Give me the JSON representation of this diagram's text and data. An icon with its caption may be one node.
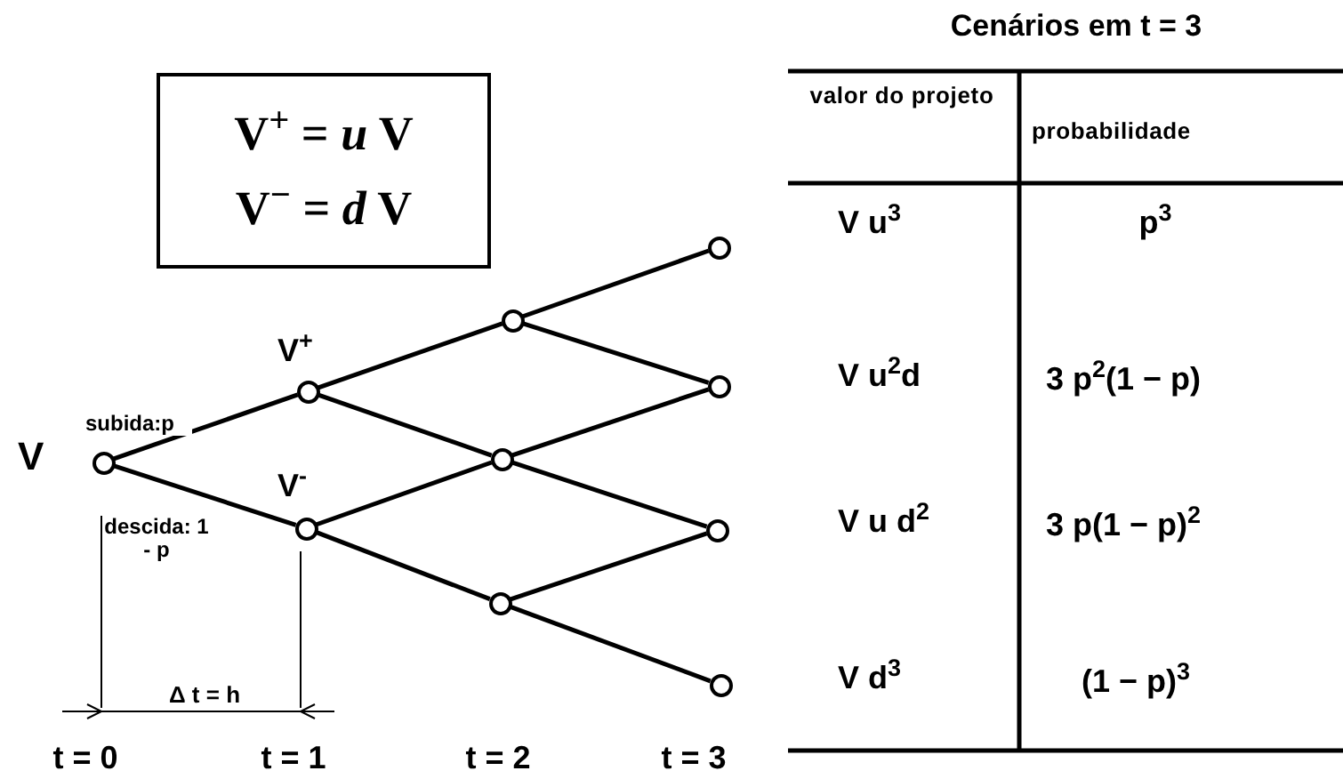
{
  "diagram": {
    "nodes": [
      {
        "text": [
          "V$^{+}$ = *u* V",
          "V$^{−}$ = *d* V"
        ]
      },
      {
        "text": [],
        "shape": "circle",
        "beside": [
          "V"
        ]
      },
      {
        "text": [],
        "shape": "circle",
        "beside": [
          "V$^{+}$"
        ]
      },
      {
        "text": [],
        "shape": "circle",
        "beside": [
          "V$^{-}$"
        ]
      },
      {
        "text": [],
        "shape": "circle"
      },
      {
        "text": [],
        "shape": "circle"
      },
      {
        "text": [],
        "shape": "circle"
      },
      {
        "text": [],
        "shape": "circle"
      },
      {
        "text": [],
        "shape": "circle"
      },
      {
        "text": [],
        "shape": "circle"
      },
      {
        "text": [],
        "shape": "circle"
      }
    ],
    "edges": [
      {
        "from": 1,
        "to": 2,
        "arrow": "none",
        "label": "subida:p"
      },
      {
        "from": 1,
        "to": 3,
        "arrow": "none",
        "label": "descida: 1 - p"
      },
      {
        "from": 2,
        "to": 4,
        "arrow": "none"
      },
      {
        "from": 2,
        "to": 5,
        "arrow": "none"
      },
      {
        "from": 3,
        "to": 5,
        "arrow": "none"
      },
      {
        "from": 3,
        "to": 6,
        "arrow": "none"
      },
      {
        "from": 4,
        "to": 7,
        "arrow": "none"
      },
      {
        "from": 4,
        "to": 8,
        "arrow": "none"
      },
      {
        "from": 5,
        "to": 8,
        "arrow": "none"
      },
      {
        "from": 5,
        "to": 9,
        "arrow": "none"
      },
      {
        "from": 6,
        "to": 9,
        "arrow": "none"
      },
      {
        "from": 6,
        "to": 10,
        "arrow": "none"
      }
    ],
    "labels": [
      "Δ t = h",
      "t = 0",
      "t = 1",
      "t = 2",
      "t = 3",
      "Cenários em t = 3",
      "valor do projeto",
      "probabilidade",
      "V u$^{3}$",
      "p$^{3}$",
      "V u$^{2}$d",
      "3 p$^{2}$(1 − p)",
      "V u d$^{2}$",
      "3 p(1 − p)$^{2}$",
      "V d$^{3}$",
      "(1 − p)$^{3}$"
    ]
  }
}
